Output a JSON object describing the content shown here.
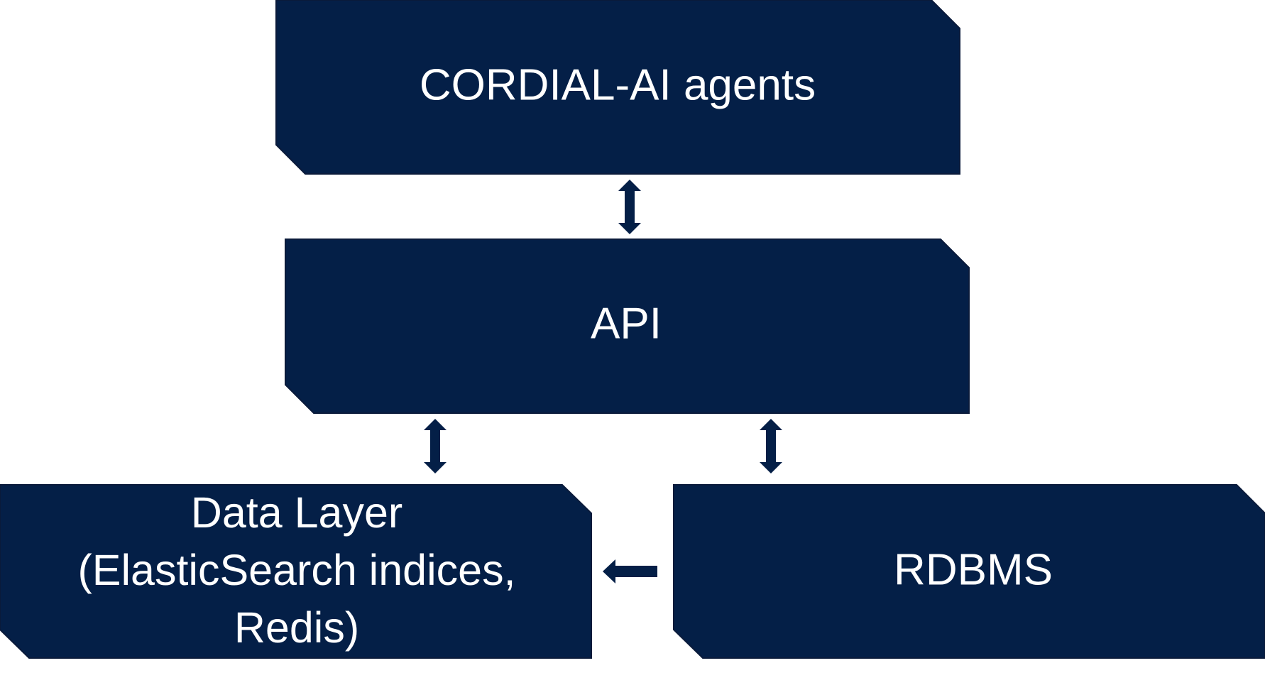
{
  "diagram": {
    "colors": {
      "box_fill": "#041f47",
      "box_stroke": "#0a1a3a",
      "text": "#ffffff",
      "arrow": "#041f47",
      "background": "#ffffff"
    },
    "nodes": {
      "agents": {
        "label": "CORDIAL-AI agents"
      },
      "api": {
        "label": "API"
      },
      "data_layer": {
        "lines": [
          "Data Layer",
          "(ElasticSearch indices,",
          "Redis)"
        ]
      },
      "rdbms": {
        "label": "RDBMS"
      }
    },
    "edges": [
      {
        "from": "agents",
        "to": "api",
        "direction": "bidirectional"
      },
      {
        "from": "api",
        "to": "data_layer",
        "direction": "bidirectional"
      },
      {
        "from": "api",
        "to": "rdbms",
        "direction": "bidirectional"
      },
      {
        "from": "rdbms",
        "to": "data_layer",
        "direction": "one-way"
      }
    ]
  }
}
